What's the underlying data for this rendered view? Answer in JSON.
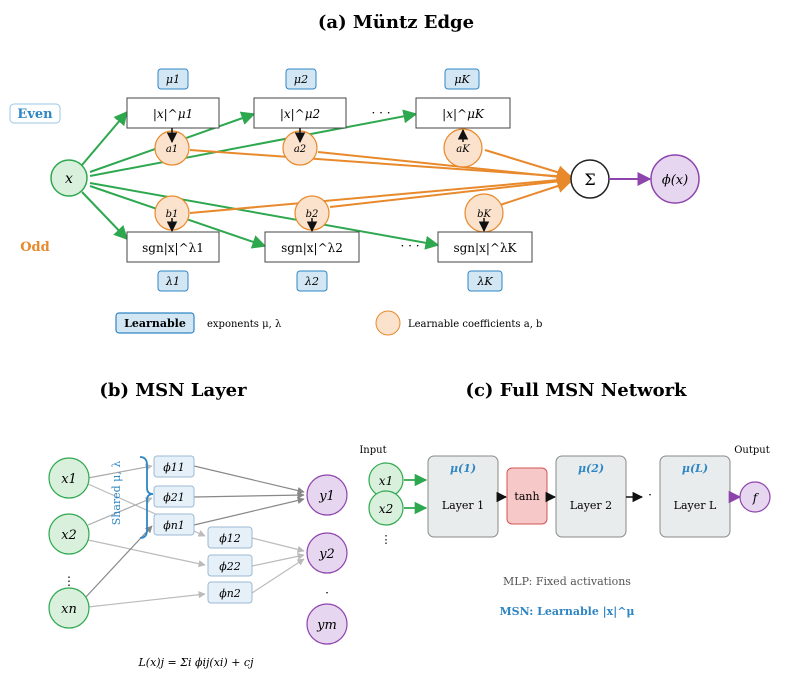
{
  "colors": {
    "green": "#2ea84f",
    "green_fill": "#d8f0dc",
    "orange": "#e8892b",
    "orange_fill": "#fbe2cc",
    "purple": "#8e44ad",
    "purple_fill": "#e6d6f0",
    "blue": "#2f86c4",
    "blue_fill": "#d3e6f4",
    "gray_fill": "#e8ecec",
    "red_fill": "#f6c8c8",
    "red": "#d35454"
  },
  "panel_a": {
    "title": "(a) Müntz Edge",
    "even_label": "Even",
    "odd_label": "Odd",
    "input": "x",
    "sum": "Σ",
    "output": "ϕ(x)",
    "mu": [
      "μ1",
      "μ2",
      "μK"
    ],
    "even_terms": [
      "|x|^μ1",
      "|x|^μ2",
      "|x|^μK"
    ],
    "odd_terms": [
      "sgn|x|^λ1",
      "sgn|x|^λ2",
      "sgn|x|^λK"
    ],
    "lambda": [
      "λ1",
      "λ2",
      "λK"
    ],
    "a_coeffs": [
      "a1",
      "a2",
      "aK"
    ],
    "b_coeffs": [
      "b1",
      "b2",
      "bK"
    ],
    "ellipsis": "· · ·",
    "legend_learnable_badge": "Learnable",
    "legend_exponents": "exponents μ, λ",
    "legend_coefficients": "Learnable coefficients a, b"
  },
  "panel_b": {
    "title": "(b) MSN Layer",
    "inputs": [
      "x1",
      "x2",
      "xn"
    ],
    "phis": [
      "ϕ11",
      "ϕ21",
      "ϕn1",
      "ϕ12",
      "ϕ22",
      "ϕn2"
    ],
    "outputs": [
      "y1",
      "y2",
      "ym"
    ],
    "shared_label": "Shared μ, λ",
    "formula": "L(x)j = Σi ϕij(xi) + cj"
  },
  "panel_c": {
    "title": "(c) Full MSN Network",
    "input_label": "Input",
    "output_label": "Output",
    "inputs": [
      "x1",
      "x2"
    ],
    "layers": [
      {
        "mu": "μ(1)",
        "label": "Layer 1"
      },
      {
        "mu": "μ(2)",
        "label": "Layer 2"
      },
      {
        "mu": "μ(L)",
        "label": "Layer L"
      }
    ],
    "tanh": "tanh",
    "output": "f",
    "mlp_caption": "MLP: Fixed activations",
    "msn_caption": "MSN: Learnable |x|^μ"
  }
}
